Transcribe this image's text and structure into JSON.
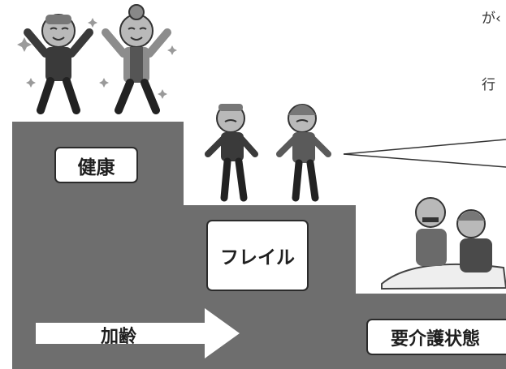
{
  "stages": {
    "healthy_label": "健康",
    "frail_label": "フレイル",
    "care_label": "要介護状態"
  },
  "arrow": {
    "label": "加齢"
  },
  "side_note": {
    "line1": "が‹",
    "line2": "行"
  },
  "colors": {
    "staircase": "#6e6e6e",
    "box_border": "#2b2b2b",
    "box_fill": "#ffffff",
    "arrow_fill": "#ffffff"
  },
  "illustrations": [
    "elderly-man-cheering-icon",
    "elderly-woman-cheering-icon",
    "frail-elderly-man-icon",
    "frail-elderly-woman-icon",
    "bedridden-elderly-couple-icon"
  ]
}
